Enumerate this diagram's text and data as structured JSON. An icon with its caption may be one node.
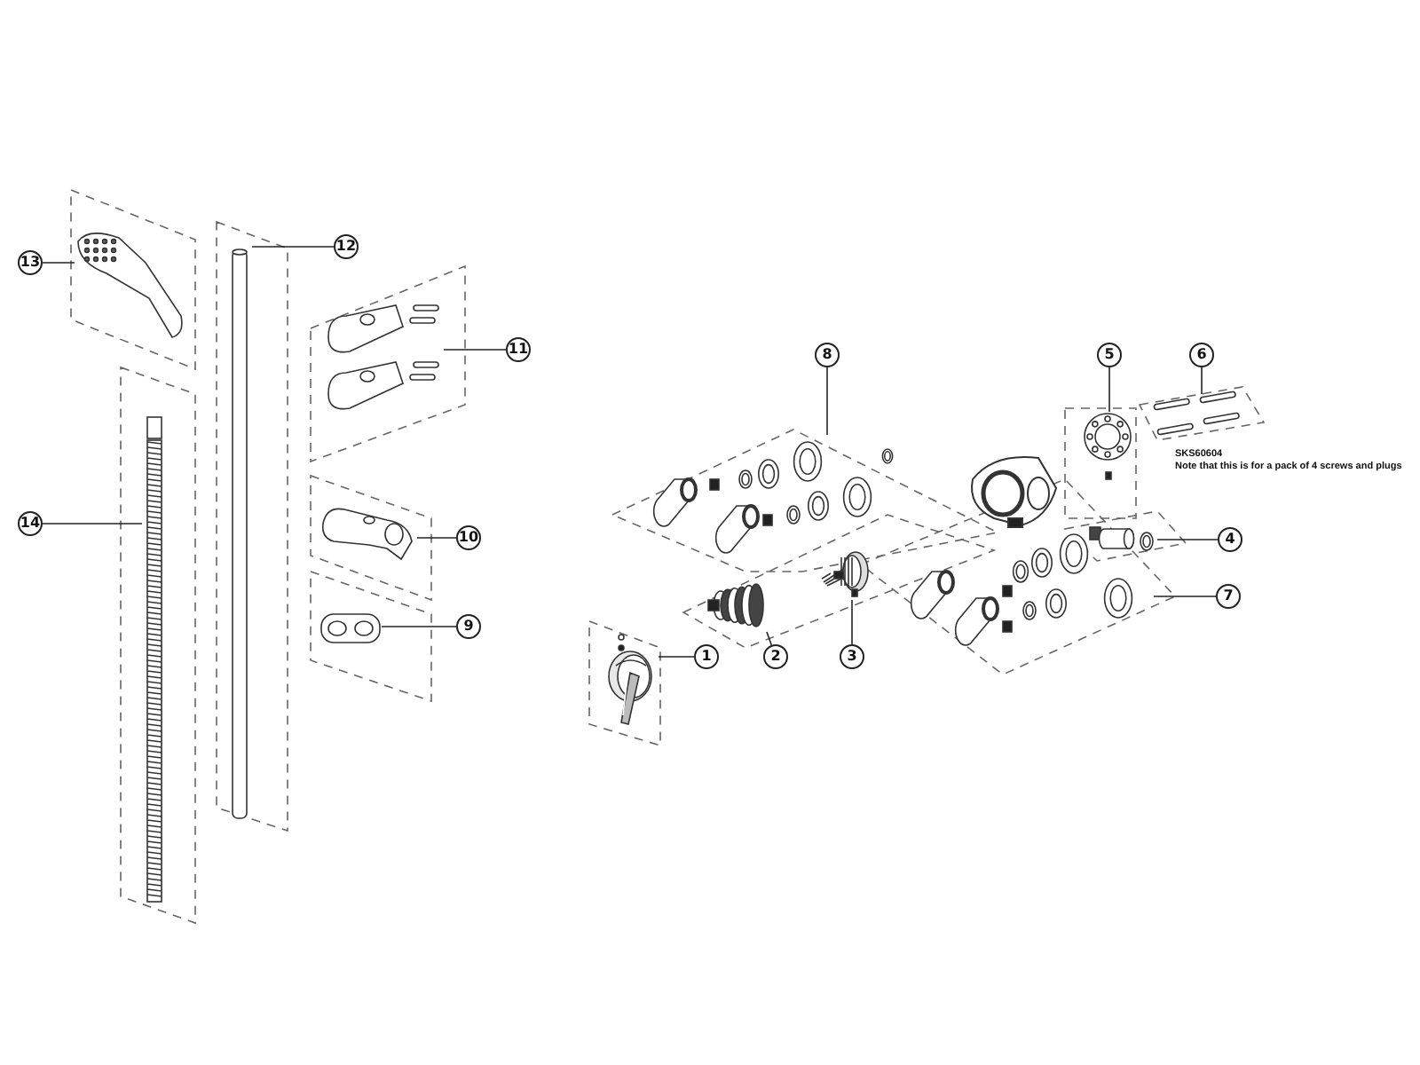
{
  "diagram": {
    "nodes": [
      {
        "text": [
          "1"
        ]
      },
      {
        "text": [
          "2"
        ]
      },
      {
        "text": [
          "3"
        ]
      },
      {
        "text": [
          "4"
        ]
      },
      {
        "text": [
          "5"
        ]
      },
      {
        "text": [
          "6"
        ]
      },
      {
        "text": [
          "7"
        ]
      },
      {
        "text": [
          "8"
        ]
      },
      {
        "text": [
          "9"
        ]
      },
      {
        "text": [
          "10"
        ]
      },
      {
        "text": [
          "11"
        ]
      },
      {
        "text": [
          "12"
        ]
      },
      {
        "text": [
          "13"
        ]
      },
      {
        "text": [
          "14"
        ]
      },
      {
        "text": [],
        "shape": "picture"
      },
      {
        "text": [],
        "shape": "picture"
      },
      {
        "text": [],
        "shape": "picture"
      },
      {
        "text": [],
        "shape": "picture"
      },
      {
        "text": [],
        "shape": "picture"
      },
      {
        "text": [],
        "shape": "picture"
      },
      {
        "text": [],
        "shape": "picture"
      },
      {
        "text": [],
        "shape": "picture"
      },
      {
        "text": [],
        "shape": "picture"
      },
      {
        "text": [],
        "shape": "picture"
      },
      {
        "text": [],
        "shape": "picture"
      },
      {
        "text": [],
        "shape": "picture"
      },
      {
        "text": [],
        "shape": "picture"
      },
      {
        "text": [],
        "shape": "picture"
      }
    ],
    "edges": [
      {
        "from": 0,
        "to": 14,
        "arrow": "none"
      },
      {
        "from": 1,
        "to": 15,
        "arrow": "none"
      },
      {
        "from": 2,
        "to": 16,
        "arrow": "none"
      },
      {
        "from": 3,
        "to": 17,
        "arrow": "none"
      },
      {
        "from": 4,
        "to": 18,
        "arrow": "none"
      },
      {
        "from": 5,
        "to": 19,
        "arrow": "none"
      },
      {
        "from": 6,
        "to": 20,
        "arrow": "none"
      },
      {
        "from": 7,
        "to": 21,
        "arrow": "none"
      },
      {
        "from": 8,
        "to": 22,
        "arrow": "none"
      },
      {
        "from": 9,
        "to": 23,
        "arrow": "none"
      },
      {
        "from": 10,
        "to": 24,
        "arrow": "none"
      },
      {
        "from": 11,
        "to": 25,
        "arrow": "none"
      },
      {
        "from": 12,
        "to": 26,
        "arrow": "none"
      },
      {
        "from": 13,
        "to": 27,
        "arrow": "none"
      }
    ],
    "labels": [
      "SKS60604",
      "Note that this is for a pack of 4 screws and plugs"
    ]
  }
}
